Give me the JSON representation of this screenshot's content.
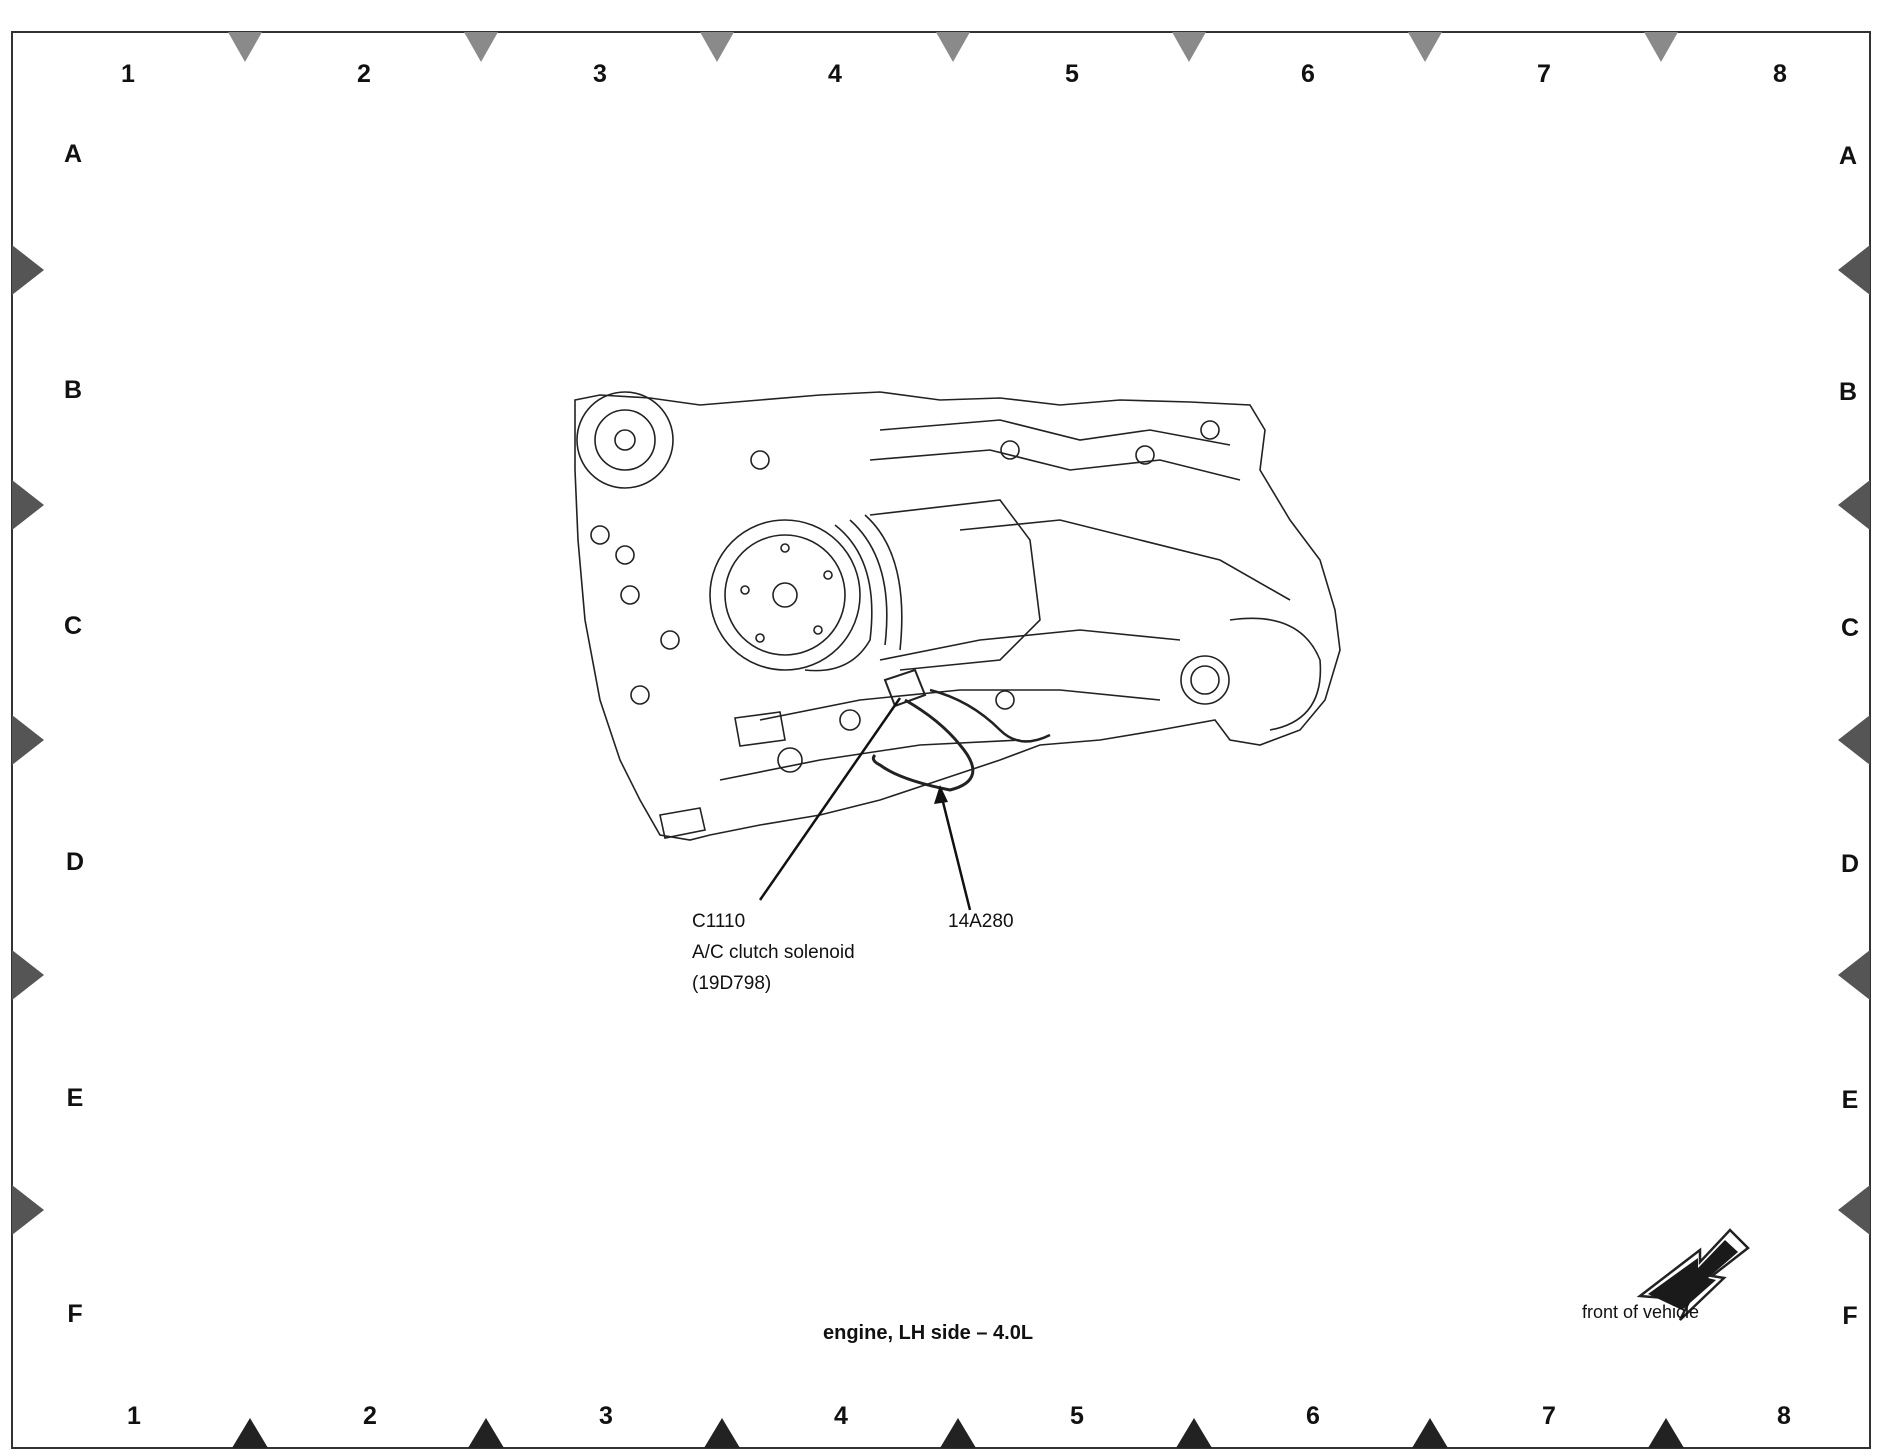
{
  "grid": {
    "columns": [
      "1",
      "2",
      "3",
      "4",
      "5",
      "6",
      "7",
      "8"
    ],
    "rows": [
      "A",
      "B",
      "C",
      "D",
      "E",
      "F"
    ]
  },
  "callouts": {
    "connector": {
      "id": "C1110",
      "name": "A/C clutch solenoid",
      "part": "(19D798)"
    },
    "harness": {
      "part": "14A280"
    }
  },
  "caption": "engine, LH side – 4.0L",
  "orientation": {
    "label": "front of vehicle",
    "icon": "front-of-vehicle-arrow-icon"
  }
}
